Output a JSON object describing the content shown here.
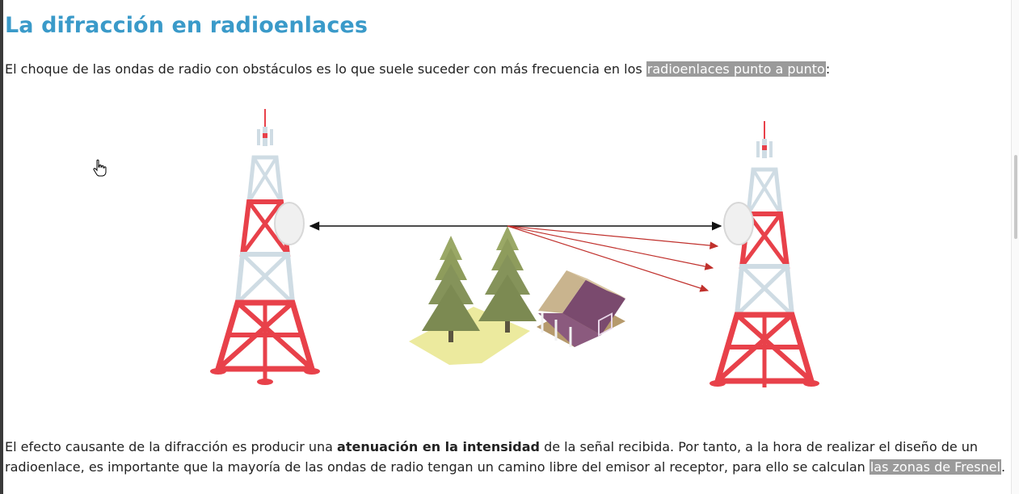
{
  "article": {
    "title": "La difracción en radioenlaces",
    "intro": {
      "before": "El choque de las ondas de radio con obstáculos es lo que suele suceder con más frecuencia en los ",
      "link": "radioenlaces punto a punto",
      "after": ":"
    },
    "body": {
      "part1": "El efecto causante de la difracción es producir una ",
      "bold": "atenuación en la intensidad",
      "part2": " de la señal recibida. Por tanto, a la hora de realizar el diseño de un radioenlace, es importante que la mayoría de las ondas de radio tengan un camino libre del emisor al receptor, para ello se calculan ",
      "link": "las zonas de Fresnel",
      "after": "."
    }
  },
  "colors": {
    "title": "#3a9ac9",
    "highlight": "#9a9a9a",
    "tower_red": "#e8414a",
    "tower_light": "#cfdce4",
    "tree": "#8e9c5c",
    "house_wall": "#7a4a6e",
    "roof": "#c9b48e"
  },
  "icons": [
    "hand-pointer-icon"
  ]
}
